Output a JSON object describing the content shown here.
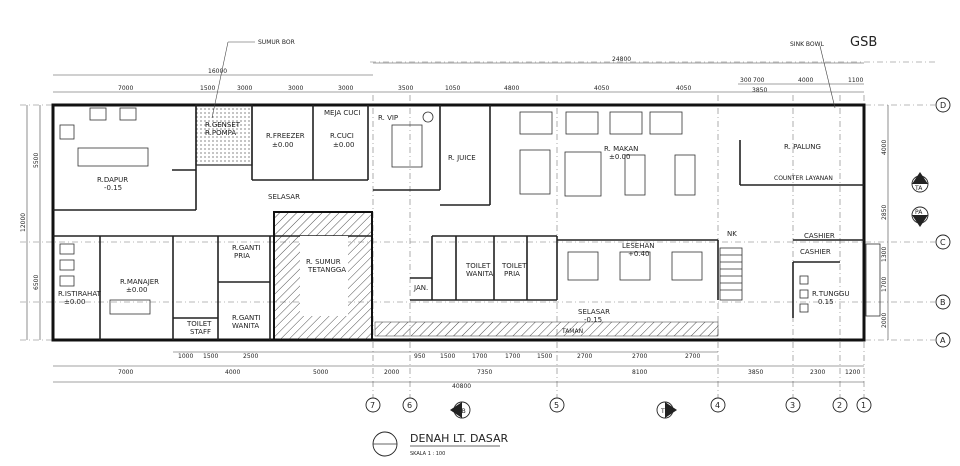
{
  "title": "DENAH LT. DASAR",
  "scale": "SKALA 1 : 100",
  "corner_label": "GSB",
  "callouts": {
    "sumur_bor": "SUMUR BOR",
    "sink_bowl": "SINK BOWL"
  },
  "dims_top_total": "24800",
  "dims_top_left_total": "16000",
  "dims_top": [
    "7000",
    "1500",
    "3000",
    "3000",
    "3500",
    "1050",
    "4800",
    "4050",
    "4050",
    "300",
    "700",
    "4000",
    "1100",
    "3850"
  ],
  "dims_bottom_inner": [
    "1000",
    "1500",
    "2500",
    "950",
    "1500",
    "1700",
    "1700",
    "1500",
    "2700",
    "2700",
    "2700"
  ],
  "dims_bottom": [
    "7000",
    "4000",
    "5000",
    "2000",
    "7350",
    "8100",
    "3850",
    "2300",
    "1200"
  ],
  "dims_bottom_total": "40800",
  "dims_left": [
    "5500",
    "6500",
    "12000"
  ],
  "dims_right": [
    "4000",
    "2850",
    "1300",
    "1700",
    "2000"
  ],
  "grid_rows": [
    "D",
    "C",
    "B",
    "A"
  ],
  "grid_cols": [
    "7",
    "6",
    "5",
    "4",
    "3",
    "2",
    "1"
  ],
  "section_marks": [
    "TA",
    "PA",
    "PB",
    "TB"
  ],
  "rooms": {
    "dapur": {
      "name": "R.DAPUR",
      "level": "-0.15"
    },
    "genset": {
      "name": "R.GENSET",
      "sub": "R.POMPA"
    },
    "freezer": {
      "name": "R.FREEZER",
      "level": "±0.00"
    },
    "cuci": {
      "name": "R.CUCI",
      "level": "±0.00",
      "extra": "MEJA CUCI"
    },
    "vip": {
      "name": "R. VIP"
    },
    "juice": {
      "name": "R. JUICE"
    },
    "makan": {
      "name": "R. MAKAN",
      "level": "±0.00"
    },
    "palung": {
      "name": "R. PALUNG"
    },
    "counter": {
      "name": "COUNTER LAYANAN"
    },
    "selasar_top": {
      "name": "SELASAR"
    },
    "istirahat": {
      "name": "R.ISTIRAHAT",
      "level": "±0.00"
    },
    "manajer": {
      "name": "R.MANAJER",
      "level": "±0.00"
    },
    "ganti_pria": {
      "name": "R.GANTI",
      "sub": "PRIA"
    },
    "ganti_wanita": {
      "name": "R.GANTI",
      "sub": "WANITA"
    },
    "toilet_staff": {
      "name": "TOILET",
      "sub": "STAFF"
    },
    "sumur": {
      "name": "R. SUMUR",
      "sub": "TETANGGA"
    },
    "jan": {
      "name": "JAN."
    },
    "toilet_wanita": {
      "name": "TOILET",
      "sub": "WANITA"
    },
    "toilet_pria": {
      "name": "TOILET",
      "sub": "PRIA"
    },
    "lesehan": {
      "name": "LESEHAN",
      "level": "+0.40"
    },
    "selasar_bottom": {
      "name": "SELASAR",
      "level": "-0.15"
    },
    "taman": {
      "name": "TAMAN"
    },
    "cashier_top": {
      "name": "CASHIER"
    },
    "cashier": {
      "name": "CASHIER"
    },
    "tunggu": {
      "name": "R.TUNGGU",
      "level": "0.15"
    },
    "nk": {
      "name": "NK"
    }
  },
  "colors": {
    "line": "#111111",
    "paper": "#ffffff",
    "hatch": "#222222"
  }
}
